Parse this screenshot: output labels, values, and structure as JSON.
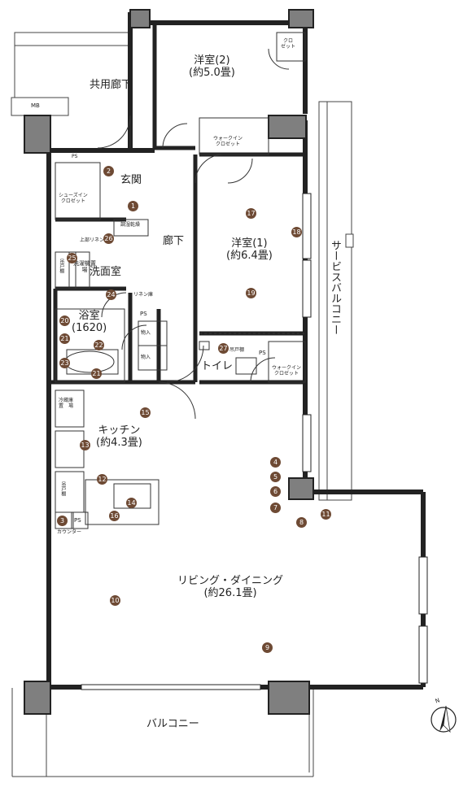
{
  "rooms": {
    "western2_name": "洋室(2)",
    "western2_area": "(約5.0畳)",
    "western1_name": "洋室(1)",
    "western1_area": "(約6.4畳)",
    "kitchen_name": "キッチン",
    "kitchen_area": "(約4.3畳)",
    "living_name": "リビング・ダイニング",
    "living_area": "(約26.1畳)",
    "bath_name": "浴室",
    "bath_size": "(1620)",
    "washroom": "洗面室",
    "entrance": "玄関",
    "corridor": "廊下",
    "toilet": "トイレ",
    "common_corridor": "共用廊下",
    "service_balcony": "サービスバルコニー",
    "balcony": "バルコニー"
  },
  "labels": {
    "mb": "MB",
    "ps_entrance": "PS",
    "ps_wash": "PS",
    "ps_toilet": "PS",
    "ps_kitchen": "PS",
    "closet_line1": "クロ",
    "closet_line2": "ゼット",
    "walkin_top_line1": "ウォークイン",
    "walkin_top_line2": "クロゼット",
    "walkin_small_line1": "ウォークイン",
    "walkin_small_line2": "クロゼット",
    "shoes_line1": "シューズイン",
    "shoes_line2": "クロゼット",
    "storage1": "物入",
    "storage2": "物入",
    "upper_linen": "上部リネン棚",
    "drying": "調湿乾燥",
    "linen": "リネン庫",
    "hanging_shelf_wash": "吊戸棚",
    "washing_machine": "洗濯機置場",
    "hanging_shelf_toilet": "吊戸棚",
    "fridge_line1": "冷蔵庫",
    "fridge_line2": "置　場",
    "hanging_shelf_kitchen": "吊戸棚",
    "counter": "カウンター",
    "north": "N"
  },
  "badges": [
    "1",
    "2",
    "3",
    "4",
    "5",
    "6",
    "7",
    "8",
    "9",
    "10",
    "11",
    "12",
    "13",
    "14",
    "15",
    "16",
    "17",
    "18",
    "19",
    "20",
    "21",
    "21",
    "22",
    "23",
    "24",
    "25",
    "26",
    "27"
  ]
}
